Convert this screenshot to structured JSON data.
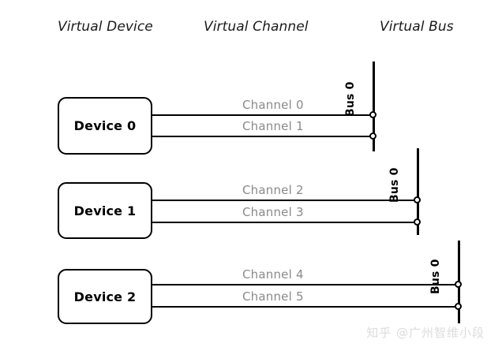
{
  "headers": {
    "virtual_device": "Virtual Device",
    "virtual_channel": "Virtual Channel",
    "virtual_bus": "Virtual Bus"
  },
  "rows": [
    {
      "device_label": "Device 0",
      "bus_label": "Bus 0",
      "channels": [
        "Channel 0",
        "Channel 1"
      ]
    },
    {
      "device_label": "Device 1",
      "bus_label": "Bus 0",
      "channels": [
        "Channel 2",
        "Channel 3"
      ]
    },
    {
      "device_label": "Device 2",
      "bus_label": "Bus 0",
      "channels": [
        "Channel 4",
        "Channel 5"
      ]
    }
  ],
  "watermark": "知乎 @广州智维小段",
  "colors": {
    "line": "#000000",
    "channel_label": "#8a8a8a",
    "header_text": "#1a1a1a",
    "watermark": "#dcdcdc",
    "background": "#ffffff"
  }
}
